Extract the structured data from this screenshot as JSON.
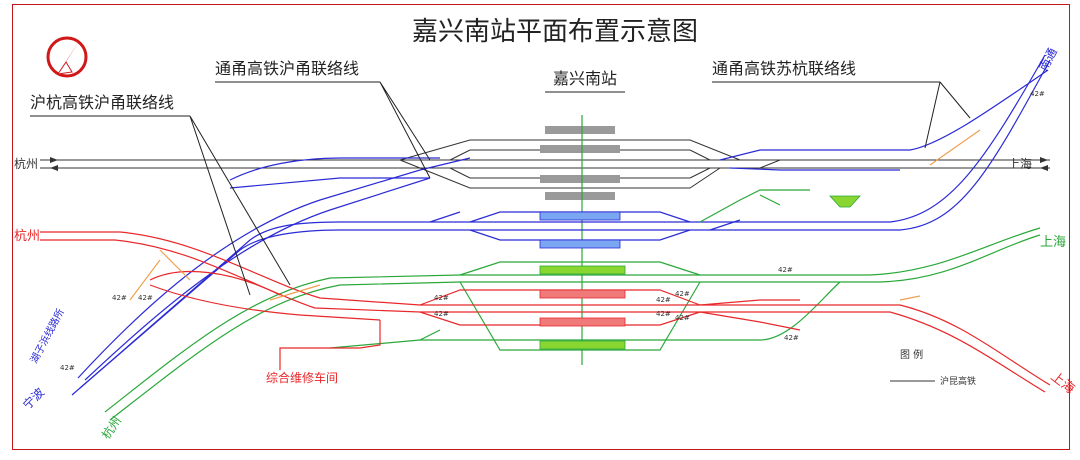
{
  "title": "嘉兴南站平面布置示意图",
  "station_label": "嘉兴南站",
  "callouts": {
    "shanghai_ningbo_link": "通甬高铁沪甬联络线",
    "suzhou_hangzhou_link": "通甬高铁苏杭联络线",
    "hangzhou_ningbo_link": "沪杭高铁沪甬联络线"
  },
  "endpoints": {
    "hangzhou_black": "杭州",
    "hangzhou_red": "杭州",
    "hangzhou_green": "杭州",
    "shanghai_black": "上海",
    "shanghai_green": "上海",
    "shanghai_red": "上海",
    "nantong": "南通",
    "ningbo": "宁波",
    "lake_station": "湖子浜线路所"
  },
  "depot": "综合维修车间",
  "switch_label": "42#",
  "legend": {
    "heading": "图 例",
    "item": "沪昆高铁"
  },
  "colors": {
    "black_line": "#333333",
    "blue_line": "#2b2bd6",
    "red_line": "#e8282b",
    "green_line": "#2aa83a",
    "frame": "#c9141a",
    "gray_platform": "#9a9a9a",
    "blue_platform": "#7aa6f2",
    "red_platform": "#f07a7a",
    "green_platform": "#8ad630",
    "orange_track": "#f0a050"
  }
}
